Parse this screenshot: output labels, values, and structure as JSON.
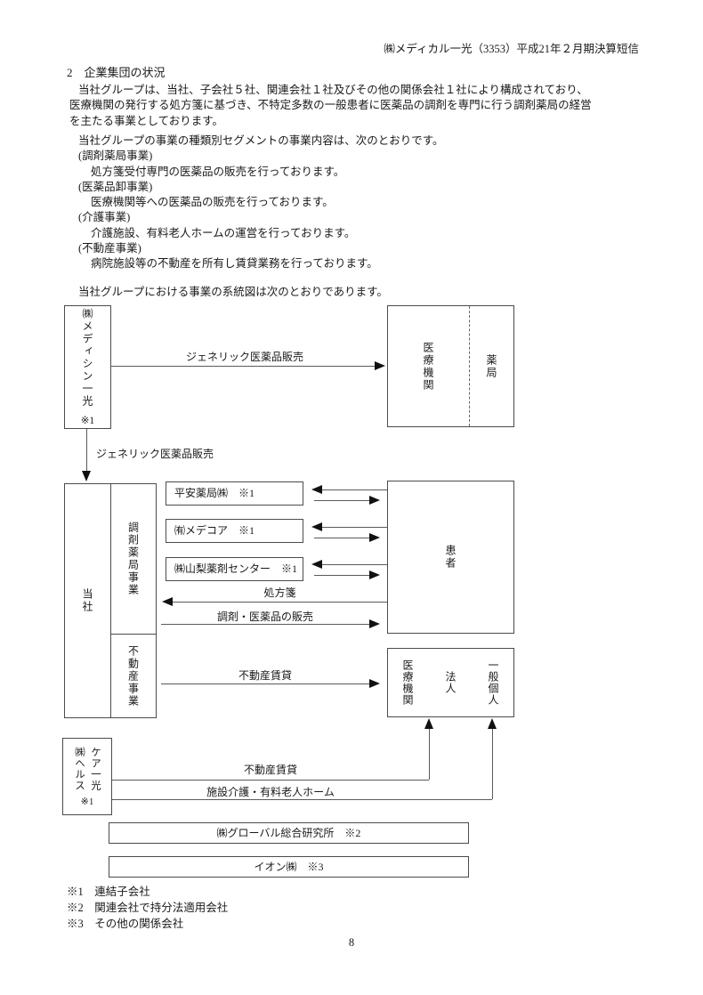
{
  "header": {
    "doc_title": "㈱メディカル一光（3353）平成21年２月期決算短信"
  },
  "section": {
    "heading": "2　企業集団の状況",
    "intro_lines": [
      "当社グループは、当社、子会社５社、関連会社１社及びその他の関係会社１社により構成されており、",
      "医療機関の発行する処方箋に基づき、不特定多数の一般患者に医薬品の調剤を専門に行う調剤薬局の経営",
      "を主たる事業としております。"
    ],
    "segments_intro": "当社グループの事業の種類別セグメントの事業内容は、次のとおりです。",
    "segments": [
      {
        "name": "(調剤薬局事業)",
        "desc": "処方箋受付専門の医薬品の販売を行っております。"
      },
      {
        "name": "(医薬品卸事業)",
        "desc": "医療機関等への医薬品の販売を行っております。"
      },
      {
        "name": "(介護事業)",
        "desc": "介護施設、有料老人ホームの運営を行っております。"
      },
      {
        "name": "(不動産事業)",
        "desc": "病院施設等の不動産を所有し賃貸業務を行っております。"
      }
    ],
    "diagram_intro": "当社グループにおける事業の系統図は次のとおりであります。"
  },
  "diagram": {
    "medicine_ikko": {
      "name": "㈱メディシン一光",
      "note": "※1"
    },
    "label_generic_sales_top": "ジェネリック医薬品販売",
    "label_generic_sales_down": "ジェネリック医薬品販売",
    "med_inst_pharmacy_box": {
      "left": "医療機関",
      "right": "薬局"
    },
    "company_box": {
      "name": "当社",
      "segment_pharmacy": "調剤薬局事業",
      "segment_realestate": "不動産事業"
    },
    "subsidiaries": [
      {
        "label": "平安薬局㈱　※1"
      },
      {
        "label": "㈲メデコア　※1"
      },
      {
        "label": "㈱山梨薬剤センター　※1"
      }
    ],
    "patient_box": "患者",
    "label_prescription": "処方箋",
    "label_dispensing_sales": "調剤・医薬品の販売",
    "label_realestate_lease_company": "不動産賃貸",
    "tenants_box": {
      "left": "医療機関",
      "center": "法人",
      "right": "一般個人"
    },
    "healthcare_ikko": {
      "name_left": "㈱ヘルス",
      "name_right": "ケア一光",
      "note": "※1"
    },
    "label_realestate_lease_care": "不動産賃貸",
    "label_care_facility": "施設介護・有料老人ホーム",
    "global_research_box": "㈱グローバル総合研究所　※2",
    "aeon_box": "イオン㈱　※3"
  },
  "notes": [
    "※1　連結子会社",
    "※2　関連会社で持分法適用会社",
    "※3　その他の関係会社"
  ],
  "page_number": "8"
}
